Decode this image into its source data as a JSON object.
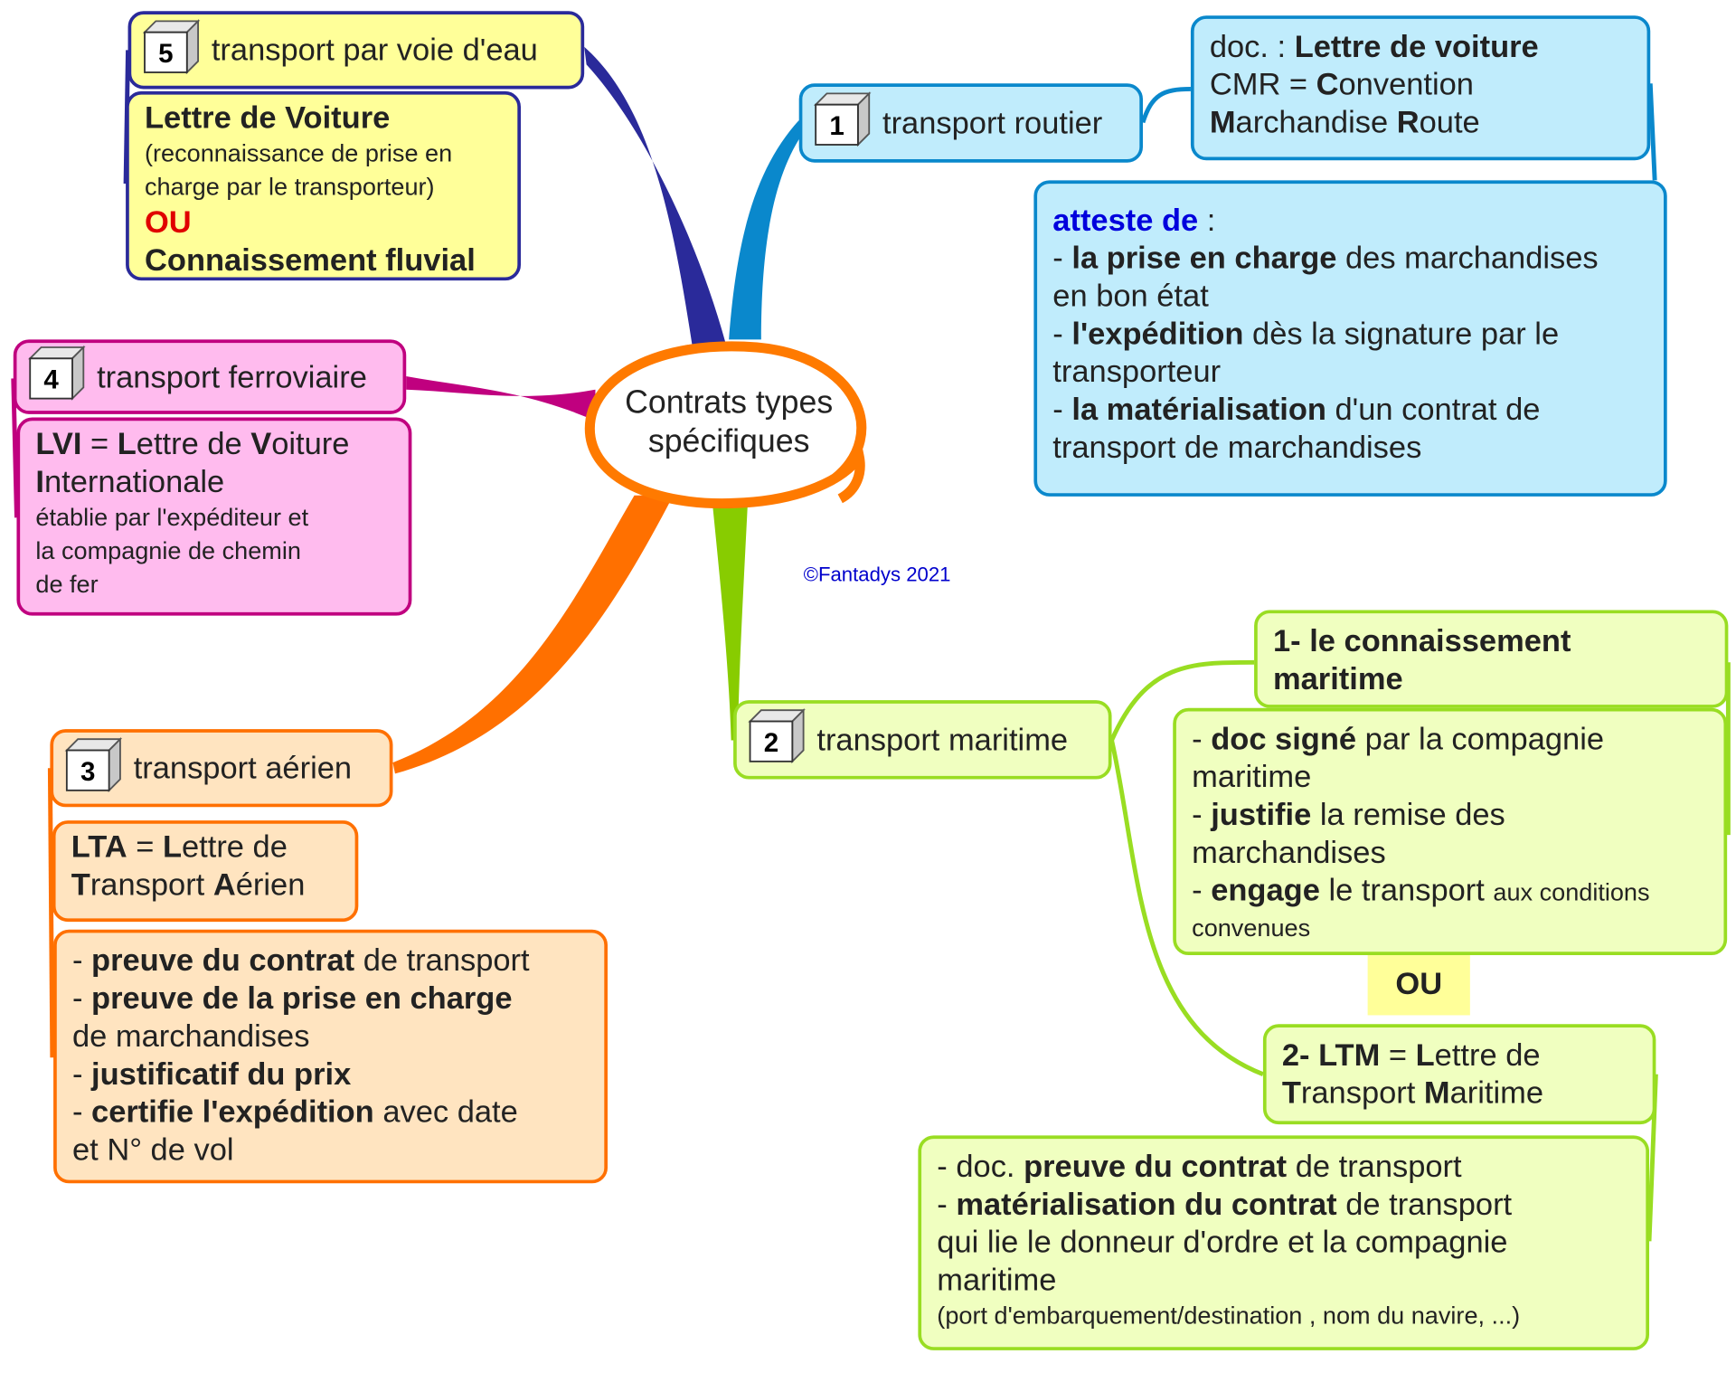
{
  "center": {
    "lines": [
      "Contrats types",
      "spécifiques"
    ],
    "color": "#ff7a00"
  },
  "copyright": "©Fantadys 2021",
  "branches": {
    "b5": {
      "number": "5",
      "title": "transport par voie d'eau",
      "color": "#2a2a9a",
      "note": [
        [
          {
            "t": "Lettre de Voiture",
            "b": 1
          }
        ],
        [
          {
            "t": "(reconnaissance de prise en",
            "s": 1
          }
        ],
        [
          {
            "t": "charge par le transporteur)",
            "s": 1
          }
        ],
        [
          {
            "t": "OU",
            "c": "red"
          }
        ],
        [
          {
            "t": "Connaissement fluvial",
            "b": 1
          }
        ]
      ]
    },
    "b4": {
      "number": "4",
      "title": "transport ferroviaire",
      "color": "#c0007f",
      "note": [
        [
          {
            "t": "LVI",
            "b": 1
          },
          {
            "t": " = "
          },
          {
            "t": "L",
            "b": 1
          },
          {
            "t": "ettre de "
          },
          {
            "t": "V",
            "b": 1
          },
          {
            "t": "oiture"
          }
        ],
        [
          {
            "t": "I",
            "b": 1
          },
          {
            "t": "nternationale"
          }
        ],
        [
          {
            "t": "établie par l'expéditeur et",
            "s": 1
          }
        ],
        [
          {
            "t": "la compagnie de chemin",
            "s": 1
          }
        ],
        [
          {
            "t": "de fer",
            "s": 1
          }
        ]
      ]
    },
    "b3": {
      "number": "3",
      "title": "transport aérien",
      "color": "#ff7000",
      "lta": [
        [
          {
            "t": "LTA",
            "b": 1
          },
          {
            "t": " = "
          },
          {
            "t": "L",
            "b": 1
          },
          {
            "t": "ettre de"
          }
        ],
        [
          {
            "t": "T",
            "b": 1
          },
          {
            "t": "ransport "
          },
          {
            "t": "A",
            "b": 1
          },
          {
            "t": "érien"
          }
        ]
      ],
      "note": [
        [
          {
            "t": "- "
          },
          {
            "t": "preuve du contrat",
            "b": 1
          },
          {
            "t": " de transport"
          }
        ],
        [
          {
            "t": "- "
          },
          {
            "t": "preuve de la prise en charge",
            "b": 1
          }
        ],
        [
          {
            "t": "de marchandises"
          }
        ],
        [
          {
            "t": "- "
          },
          {
            "t": "justificatif du prix",
            "b": 1
          }
        ],
        [
          {
            "t": "- "
          },
          {
            "t": "certifie l'expédition",
            "b": 1
          },
          {
            "t": " avec date"
          }
        ],
        [
          {
            "t": "et N° de vol"
          }
        ]
      ]
    },
    "b2": {
      "number": "2",
      "title": "transport maritime",
      "color": "#99dd22",
      "sub1_title": [
        [
          {
            "t": "1- le connaissement",
            "b": 1
          }
        ],
        [
          {
            "t": "maritime",
            "b": 1
          }
        ]
      ],
      "sub1_note": [
        [
          {
            "t": "- "
          },
          {
            "t": "doc signé",
            "b": 1
          },
          {
            "t": " par la compagnie"
          }
        ],
        [
          {
            "t": "maritime"
          }
        ],
        [
          {
            "t": "- "
          },
          {
            "t": "justifie",
            "b": 1
          },
          {
            "t": " la remise des"
          }
        ],
        [
          {
            "t": "marchandises"
          }
        ],
        [
          {
            "t": "- "
          },
          {
            "t": "engage",
            "b": 1
          },
          {
            "t": " le transport "
          },
          {
            "t": "aux conditions",
            "s": 1
          }
        ],
        [
          {
            "t": "convenues",
            "s": 1
          }
        ]
      ],
      "or_label": "OU",
      "sub2_title": [
        [
          {
            "t": "2- LTM",
            "b": 1
          },
          {
            "t": " = "
          },
          {
            "t": "L",
            "b": 1
          },
          {
            "t": "ettre de"
          }
        ],
        [
          {
            "t": "T",
            "b": 1
          },
          {
            "t": "ransport "
          },
          {
            "t": "M",
            "b": 1
          },
          {
            "t": "aritime"
          }
        ]
      ],
      "sub2_note": [
        [
          {
            "t": "- doc. "
          },
          {
            "t": "preuve du contrat",
            "b": 1
          },
          {
            "t": " de transport"
          }
        ],
        [
          {
            "t": "- "
          },
          {
            "t": "matérialisation du contrat",
            "b": 1
          },
          {
            "t": " de transport"
          }
        ],
        [
          {
            "t": "qui lie le donneur d'ordre et la compagnie"
          }
        ],
        [
          {
            "t": "maritime"
          }
        ],
        [
          {
            "t": "(port d'embarquement/destination , nom du navire, ...)",
            "s": 1
          }
        ]
      ]
    },
    "b1": {
      "number": "1",
      "title": "transport routier",
      "color": "#0a88cc",
      "doc": [
        [
          {
            "t": "doc. : "
          },
          {
            "t": "Lettre de voiture",
            "b": 1
          }
        ],
        [
          {
            "t": "CMR = "
          },
          {
            "t": "C",
            "b": 1
          },
          {
            "t": "onvention"
          }
        ],
        [
          {
            "t": "M",
            "b": 1
          },
          {
            "t": "archandise "
          },
          {
            "t": "R",
            "b": 1
          },
          {
            "t": "oute"
          }
        ]
      ],
      "note": [
        [
          {
            "t": "atteste de",
            "c": "blue"
          },
          {
            "t": " :"
          }
        ],
        [
          {
            "t": "- "
          },
          {
            "t": "la prise en charge",
            "b": 1
          },
          {
            "t": " des marchandises"
          }
        ],
        [
          {
            "t": "en bon état"
          }
        ],
        [
          {
            "t": "- "
          },
          {
            "t": "l'expédition",
            "b": 1
          },
          {
            "t": " dès la signature par le"
          }
        ],
        [
          {
            "t": "transporteur"
          }
        ],
        [
          {
            "t": "- "
          },
          {
            "t": "la matérialisation",
            "b": 1
          },
          {
            "t": " d'un contrat de"
          }
        ],
        [
          {
            "t": "transport de marchandises"
          }
        ]
      ]
    }
  }
}
